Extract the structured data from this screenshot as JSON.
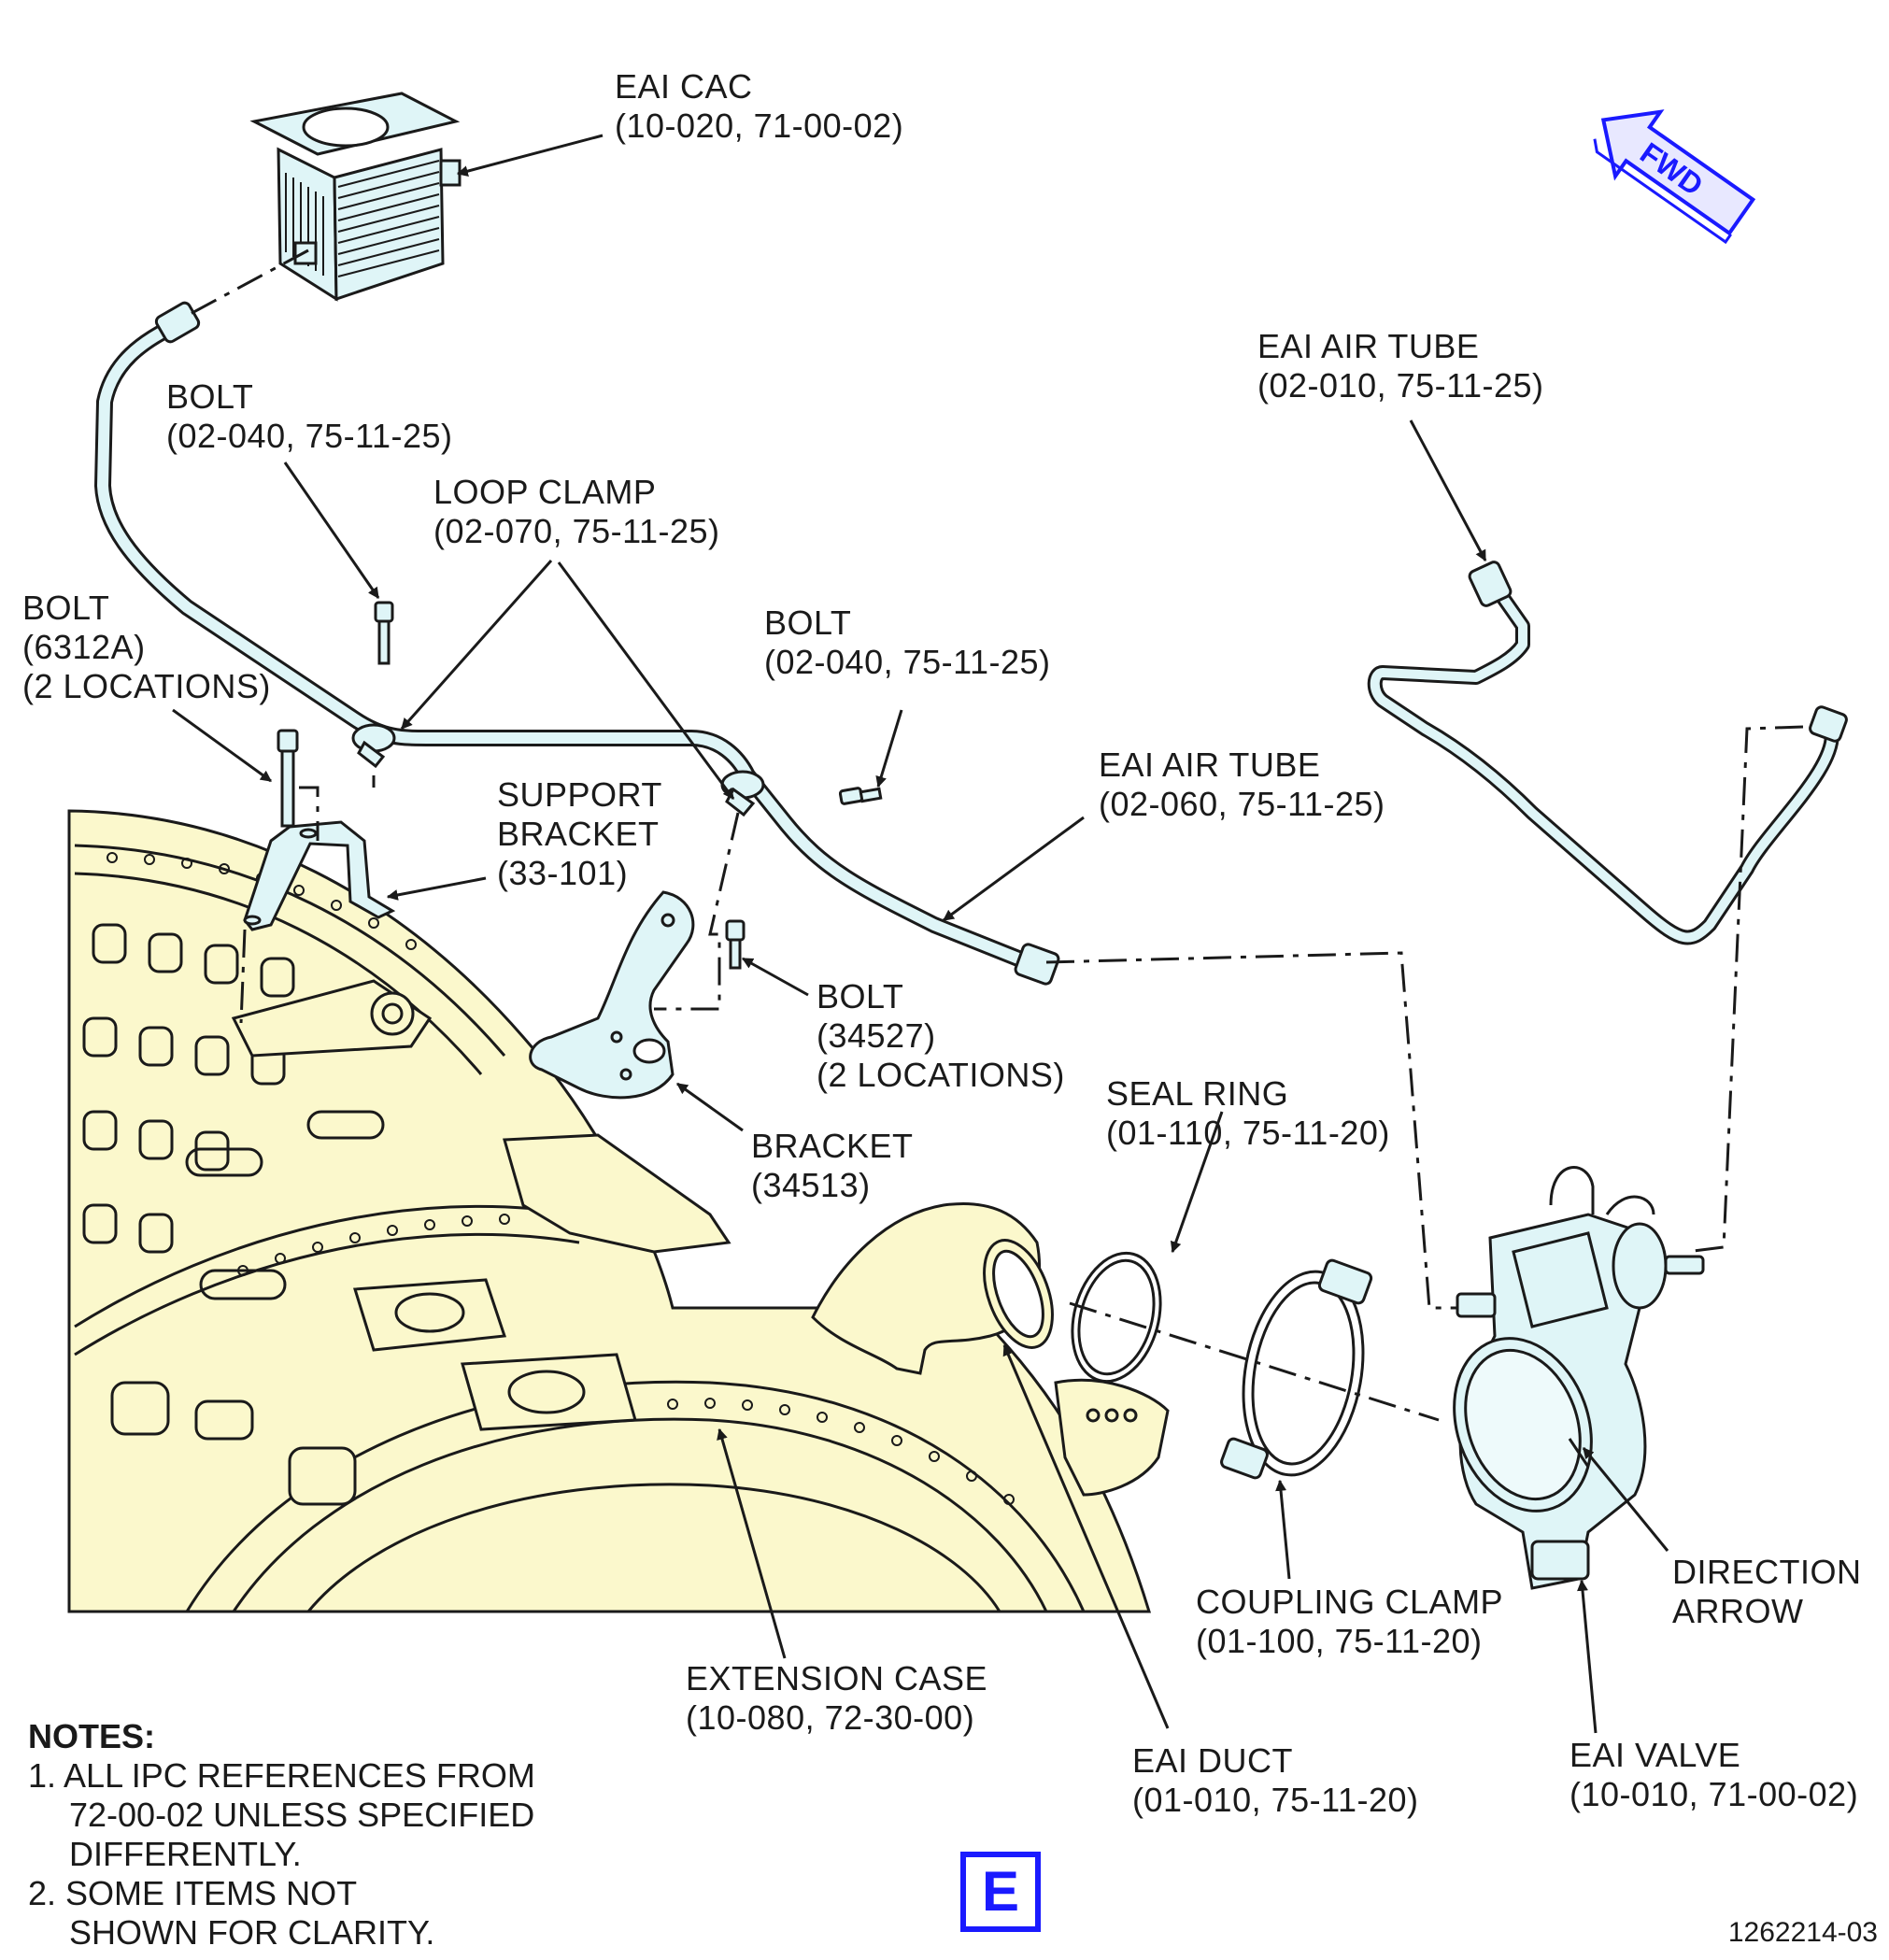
{
  "labels": {
    "eai_cac": [
      "EAI CAC",
      "(10-020, 71-00-02)"
    ],
    "bolt_02040_a": [
      "BOLT",
      "(02-040, 75-11-25)"
    ],
    "loop_clamp": [
      "LOOP CLAMP",
      "(02-070, 75-11-25)"
    ],
    "bolt_6312a": [
      "BOLT",
      "(6312A)",
      "(2 LOCATIONS)"
    ],
    "bolt_02040_b": [
      "BOLT",
      "(02-040, 75-11-25)"
    ],
    "eai_air_tube_060": [
      "EAI AIR TUBE",
      "(02-060, 75-11-25)"
    ],
    "support_bracket": [
      "SUPPORT",
      "BRACKET",
      "(33-101)"
    ],
    "bolt_34527": [
      "BOLT",
      "(34527)",
      "(2 LOCATIONS)"
    ],
    "eai_air_tube_010": [
      "EAI AIR TUBE",
      "(02-010, 75-11-25)"
    ],
    "seal_ring": [
      "SEAL RING",
      "(01-110, 75-11-20)"
    ],
    "bracket": [
      "BRACKET",
      "(34513)"
    ],
    "direction_arrow": [
      "DIRECTION",
      "ARROW"
    ],
    "coupling_clamp": [
      "COUPLING CLAMP",
      "(01-100, 75-11-20)"
    ],
    "extension_case": [
      "EXTENSION CASE",
      "(10-080, 72-30-00)"
    ],
    "eai_duct": [
      "EAI DUCT",
      "(01-010, 75-11-20)"
    ],
    "eai_valve": [
      "EAI VALVE",
      "(10-010, 71-00-02)"
    ],
    "fwd": "FWD"
  },
  "notes": {
    "heading": "NOTES:",
    "items": [
      {
        "num": "1.",
        "lines": [
          "ALL IPC REFERENCES FROM",
          "72-00-02 UNLESS SPECIFIED",
          "DIFFERENTLY."
        ]
      },
      {
        "num": "2.",
        "lines": [
          "SOME ITEMS NOT",
          "SHOWN FOR CLARITY."
        ]
      }
    ]
  },
  "view_label": "E",
  "figure_number": "1262214-03",
  "colors": {
    "engine_fill": "#fbf8cc",
    "part_fill": "#dff5f7",
    "outline": "#1a1a1a",
    "accent_blue": "#1a1aff"
  }
}
